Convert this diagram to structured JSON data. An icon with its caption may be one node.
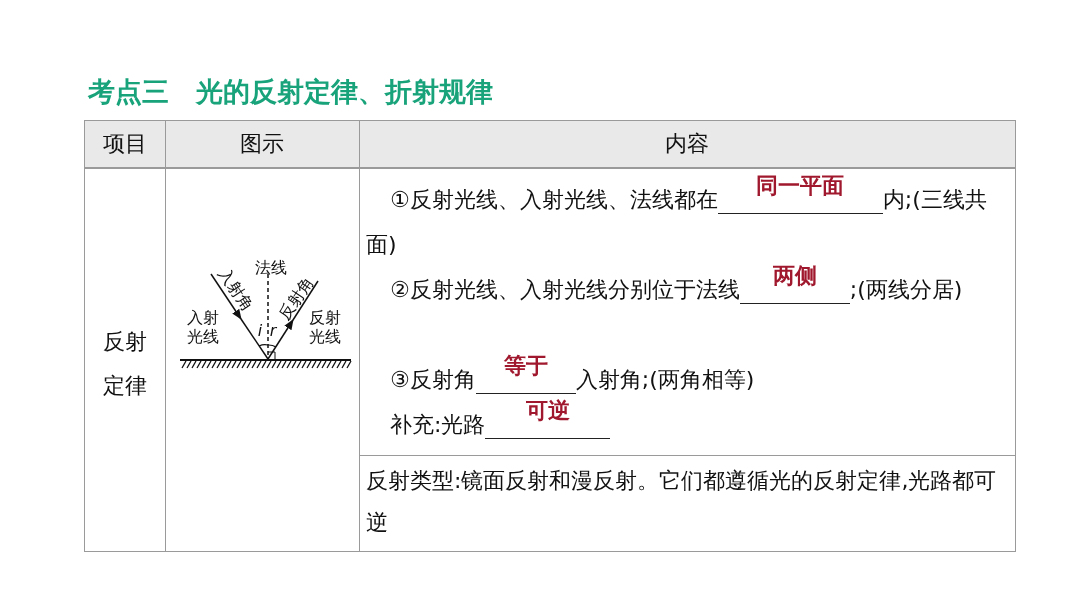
{
  "diagram": {
    "title": "考点三　光的反射定律、折射规律",
    "labels": [
      "项目",
      "图示",
      "内容",
      "反射定律",
      "法线",
      "入射角",
      "反射角",
      "入射光线",
      "i",
      "r",
      "反射光线",
      "①反射光线、入射光线、法线都在",
      "同一平面",
      "内;(三线共面)",
      "②反射光线、入射光线分别位于法线",
      "两侧",
      ";(两线分居)",
      "③反射角",
      "等于",
      "入射角;(两角相等)",
      "补充:光路",
      "可逆",
      "反射类型:镜面反射和漫反射。它们都遵循光的反射定律,光路都可逆"
    ]
  }
}
